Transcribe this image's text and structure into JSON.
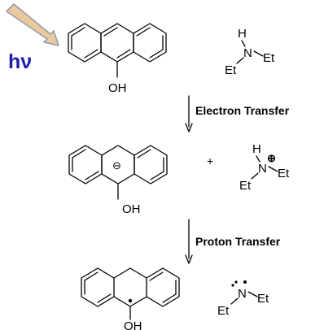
{
  "light": {
    "label": "hν",
    "arrow_fill": "#e8c9a0",
    "arrow_stroke": "#9a9aa6",
    "label_color": "#1f1fa8"
  },
  "row1": {
    "anthracenol_oh": "OH",
    "amine": {
      "h": "H",
      "n": "N",
      "et_right": "Et",
      "et_left": "Et"
    }
  },
  "step1": {
    "label": "Electron Transfer"
  },
  "row2": {
    "anion_charge": "⊖",
    "anthracenol_oh": "OH",
    "plus": "+",
    "cation": {
      "h": "H",
      "n": "N",
      "charge": "⊕",
      "et_right": "Et",
      "et_left": "Et"
    }
  },
  "step2": {
    "label": "Proton Transfer"
  },
  "row3": {
    "radical_oh": "OH",
    "aminyl": {
      "n": "N",
      "et_right": "Et",
      "et_left": "Et"
    }
  }
}
